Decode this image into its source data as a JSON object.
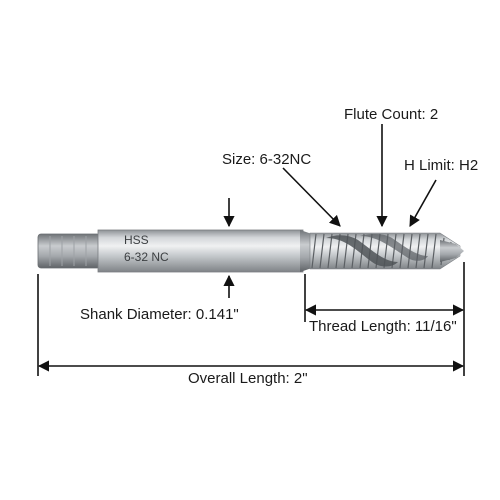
{
  "product": {
    "etched_text": {
      "line1": "HSS",
      "line2": "6-32 NC"
    }
  },
  "callouts": {
    "flute_count": "Flute Count: 2",
    "size": "Size: 6-32NC",
    "h_limit": "H Limit: H2",
    "shank_diameter": "Shank Diameter: 0.141\"",
    "thread_length": "Thread Length: 11/16\"",
    "overall_length": "Overall Length: 2\""
  },
  "colors": {
    "background": "#ffffff",
    "line": "#111111",
    "steel_light": "#e4e6e8",
    "steel_mid": "#b9bdc1",
    "steel_dark": "#85898d"
  }
}
